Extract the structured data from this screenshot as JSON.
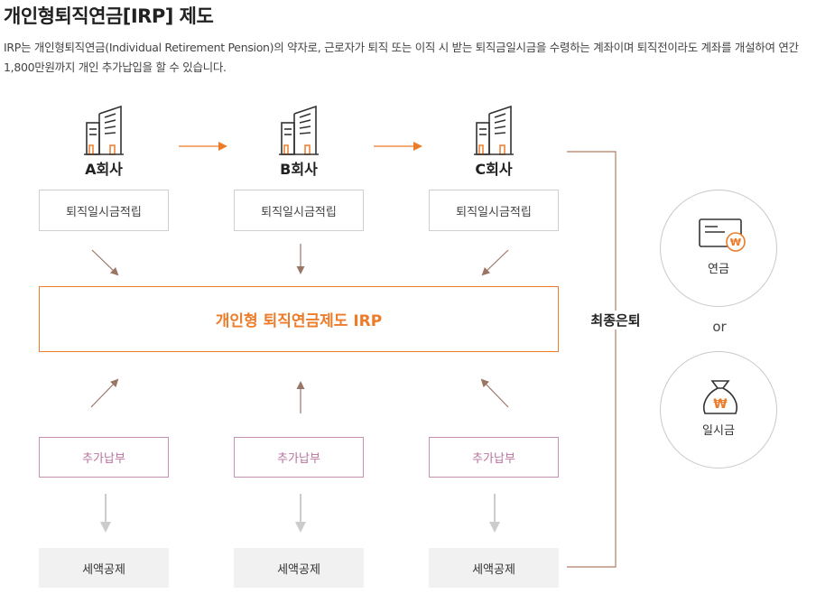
{
  "title": "개인형퇴직연금[IRP] 제도",
  "description": "IRP는 개인형퇴직연금(Individual Retirement Pension)의 약자로, 근로자가 퇴직 또는 이직 시 받는 퇴직금일시금을 수령하는 계좌이며 퇴직전이라도 계좌를 개설하여 연간 1,800만원까지 개인 추가납입을 할 수 있습니다.",
  "companies": [
    {
      "name": "A회사",
      "box": "퇴직일시금적립",
      "extra": "추가납부",
      "deduction": "세액공제"
    },
    {
      "name": "B회사",
      "box": "퇴직일시금적립",
      "extra": "추가납부",
      "deduction": "세액공제"
    },
    {
      "name": "C회사",
      "box": "퇴직일시금적립",
      "extra": "추가납부",
      "deduction": "세액공제"
    }
  ],
  "central": "개인형 퇴직연금제도 IRP",
  "final_retirement": "최종은퇴",
  "options": {
    "pension": "연금",
    "or": "or",
    "lump_sum": "일시금"
  },
  "colors": {
    "accent": "#ec7c2a",
    "pink": "#c592b3",
    "brown_arrow": "#9a7566",
    "gray_arrow": "#cccccc",
    "line": "#b07d63"
  },
  "icons": {
    "company": "office-building-icon",
    "pension": "pension-card-won-icon",
    "lump_sum": "money-bag-won-icon"
  }
}
